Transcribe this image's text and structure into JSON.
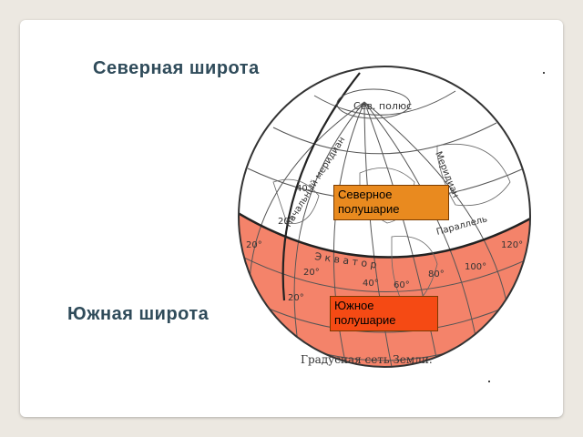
{
  "headings": {
    "north_latitude": "Северная широта",
    "south_latitude": "Южная широта"
  },
  "callouts": {
    "northern_hemisphere": "Северное полушарие",
    "southern_hemisphere": "Южное полушарие"
  },
  "globe_labels": {
    "north_pole": "Сев. полюс",
    "prime_meridian": "Начальный меридиан",
    "meridian": "Меридиан",
    "parallel": "Параллель",
    "equator": "Э к в а т о р",
    "deg_20": "20°",
    "deg_40": "40°",
    "deg_60": "60°",
    "deg_80": "80°",
    "deg_100": "100°",
    "deg_120": "120°"
  },
  "caption": "Градусная сеть Земли.",
  "colors": {
    "background": "#ece8e1",
    "southern_fill": "#f4836a",
    "north_box": "#e98a1f",
    "south_box": "#f54a14",
    "heading_text": "#2f4b5a"
  }
}
